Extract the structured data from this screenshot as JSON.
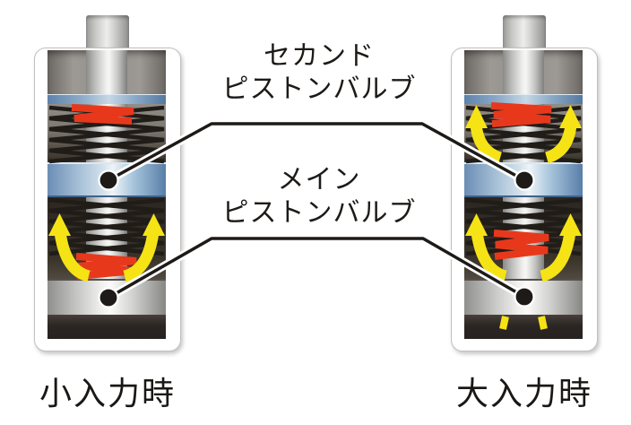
{
  "callouts": {
    "second": {
      "line1": "セカンド",
      "line2": "ピストンバルブ"
    },
    "main": {
      "line1": "メイン",
      "line2": "ピストンバルブ"
    }
  },
  "panels": [
    {
      "caption": "小入力時",
      "flow_arrows": {
        "upper_chamber": false,
        "lower_chamber": true
      }
    },
    {
      "caption": "大入力時",
      "flow_arrows": {
        "upper_chamber": true,
        "lower_chamber": true
      }
    }
  ],
  "colors": {
    "background": "#ffffff",
    "text": "#1d1a17",
    "leader_line": "#1d1a17",
    "spring_black": "#201c18",
    "deflected_valve_red": "#e8381c",
    "flow_arrow_yellow": "#f6e316",
    "piston_blue": "#6b8db4",
    "piston_silver": "#d2d2d0",
    "rod_silver": "#c4c4c2",
    "chamber_dark": "#332d27",
    "case_white": "#ffffff"
  }
}
